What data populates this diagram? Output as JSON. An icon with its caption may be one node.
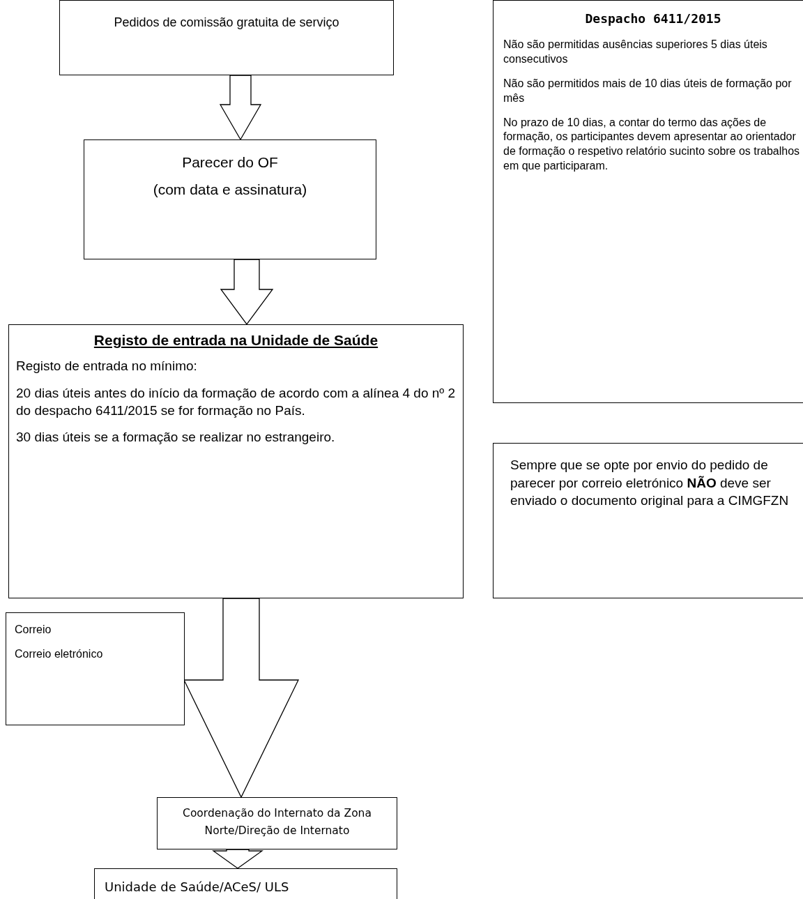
{
  "diagram": {
    "nodes": [
      {
        "text": [
          "Pedidos de comissão gratuita de serviço"
        ]
      },
      {
        "text": [
          "Parecer do OF",
          "(com data e assinatura)"
        ]
      },
      {
        "text": [
          "Registo de entrada na Unidade de Saúde",
          "Registo de entrada no mínimo:",
          "20 dias úteis antes do início da formação de acordo com a alínea 4 do nº 2 do despacho 6411/2015 se for formação no País.",
          "30 dias úteis se a formação se realizar no estrangeiro."
        ]
      },
      {
        "text": [
          "Correio",
          "Correio eletrónico"
        ]
      },
      {
        "text": [
          "Coordenação do Internato da Zona Norte/Direção de Internato"
        ]
      },
      {
        "text": [
          "Unidade de Saúde/ACeS/ ULS"
        ]
      },
      {
        "text": [
          "Despacho 6411/2015",
          "Não são permitidas ausências superiores 5 dias úteis consecutivos",
          "Não são permitidos mais de 10 dias úteis de formação por mês",
          "No prazo de 10 dias, a contar do termo das ações de formação, os participantes devem apresentar ao orientador de formação o respetivo relatório sucinto sobre os trabalhos em que participaram."
        ]
      },
      {
        "text": [
          "Sempre que se opte por envio do pedido de parecer por correio eletrónico **NÃO** deve ser enviado o documento original para a CIMGFZN"
        ]
      }
    ],
    "edges": [
      {
        "from": 0,
        "to": 1,
        "arrow": "to"
      },
      {
        "from": 1,
        "to": 2,
        "arrow": "to"
      },
      {
        "from": 2,
        "to": 4,
        "arrow": "to"
      },
      {
        "from": 4,
        "to": 5,
        "arrow": "to"
      }
    ]
  }
}
